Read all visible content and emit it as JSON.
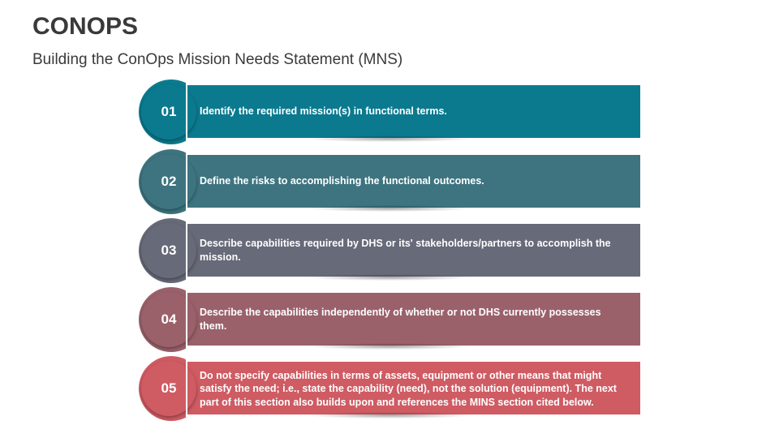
{
  "header": {
    "title": "CONOPS",
    "subtitle": "Building the ConOps Mission Needs Statement (MNS)"
  },
  "colors": {
    "row1": "#0b7a8f",
    "row2": "#3d7480",
    "row3": "#676a78",
    "row4": "#9a616b",
    "row5": "#cf5b63"
  },
  "steps": [
    {
      "number": "01",
      "text": "Identify the required mission(s) in functional terms."
    },
    {
      "number": "02",
      "text": "Define the risks to accomplishing the functional outcomes."
    },
    {
      "number": "03",
      "text": "Describe capabilities required by DHS or its' stakeholders/partners to accomplish the mission."
    },
    {
      "number": "04",
      "text": "Describe the capabilities independently of whether or not DHS currently possesses them."
    },
    {
      "number": "05",
      "text": "Do not specify capabilities in terms of assets, equipment or other means that might satisfy the need; i.e., state the capability (need), not the solution (equipment). The next part of this section also builds upon and references the MINS section cited below."
    }
  ]
}
